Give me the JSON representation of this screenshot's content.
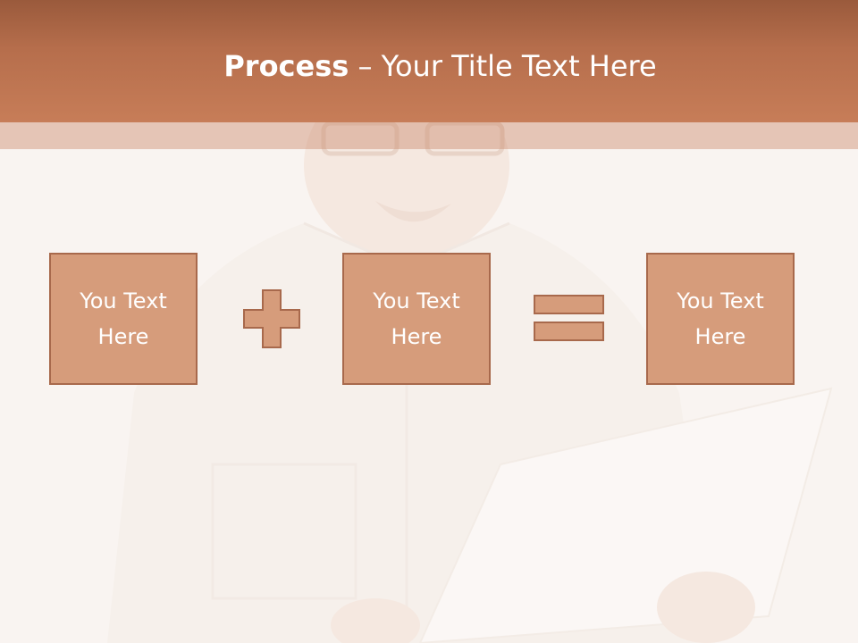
{
  "slide": {
    "title_bold": "Process",
    "title_dash": " – ",
    "title_rest": "Your Title Text Here"
  },
  "process": {
    "box1": "You Text Here",
    "box2": "You Text Here",
    "box3": "You Text Here",
    "operator1": "plus-icon",
    "operator2": "equals-icon"
  },
  "colors": {
    "header": "#c77d58",
    "box_fill": "#d69c7b",
    "box_border": "#a8694c",
    "text": "#ffffff"
  },
  "background_photo": "smiling-man-reading-paper"
}
